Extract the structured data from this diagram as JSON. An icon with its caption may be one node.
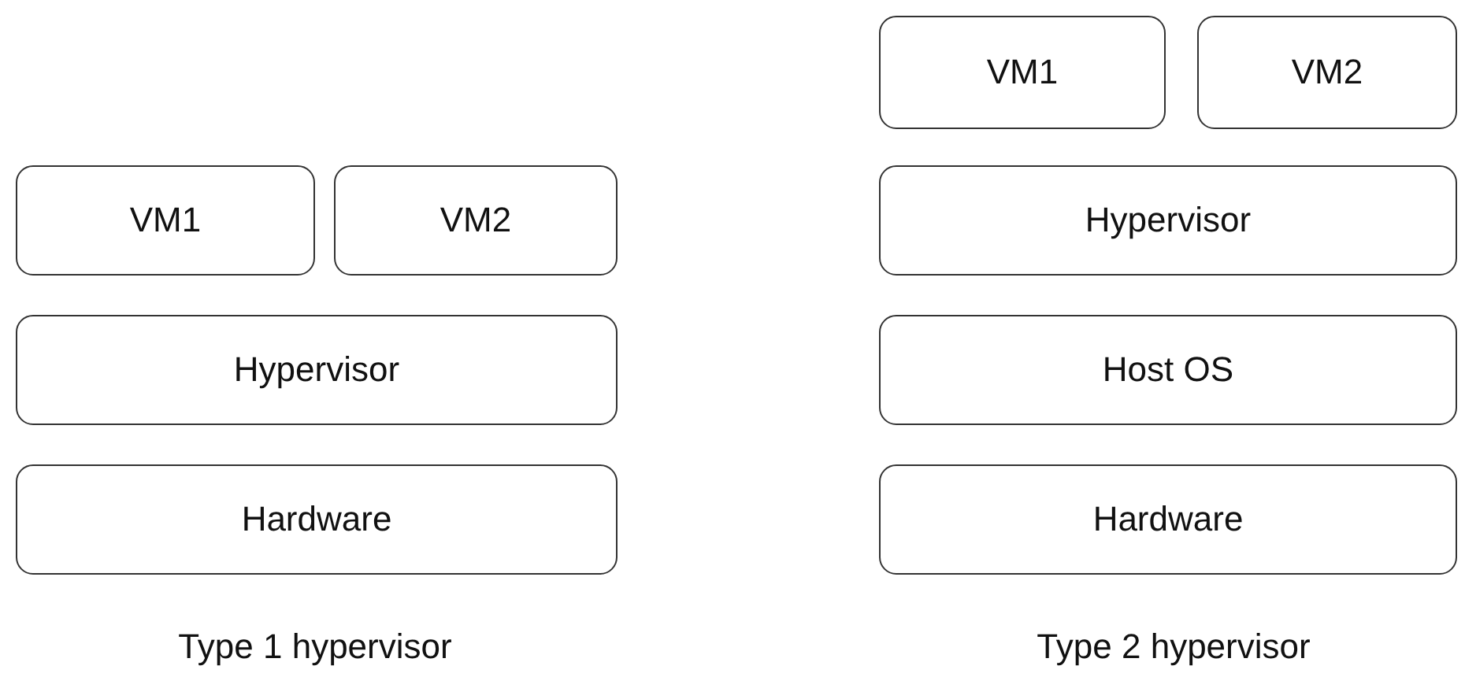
{
  "diagram": {
    "nodes": [
      {
        "text": [
          "VM1"
        ]
      },
      {
        "text": [
          "VM2"
        ]
      },
      {
        "text": [
          "Hypervisor"
        ]
      },
      {
        "text": [
          "Hardware"
        ]
      },
      {
        "text": [
          "VM1"
        ]
      },
      {
        "text": [
          "VM2"
        ]
      },
      {
        "text": [
          "Hypervisor"
        ]
      },
      {
        "text": [
          "Host OS"
        ]
      },
      {
        "text": [
          "Hardware"
        ]
      }
    ],
    "labels": [
      "Type 1 hypervisor",
      "Type 2 hypervisor"
    ]
  }
}
